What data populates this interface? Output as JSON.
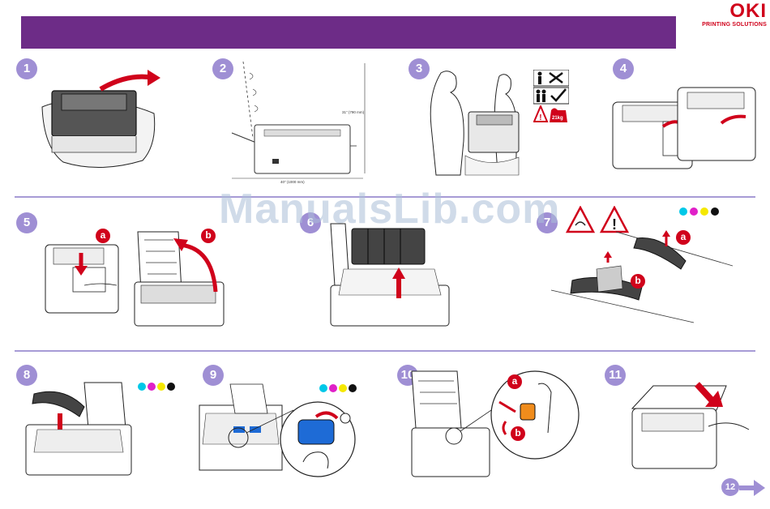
{
  "header": {
    "brand": "OKI",
    "tagline": "PRINTING SOLUTIONS",
    "banner_color": "#6d2c87",
    "brand_color": "#d0021b"
  },
  "watermark": "ManualsLib.com",
  "steps": [
    {
      "num": "1",
      "icon": "unbox-printer-illustration"
    },
    {
      "num": "2",
      "icon": "clearance-diagram-illustration",
      "height_label": "31\" (790 mm)",
      "width_label": "40\" (1000 mm)"
    },
    {
      "num": "3",
      "icon": "two-person-lift-illustration",
      "weight_label": "21kg"
    },
    {
      "num": "4",
      "icon": "remove-tape-illustration"
    },
    {
      "num": "5",
      "icon": "open-top-cover-illustration",
      "sub": [
        "a",
        "b"
      ]
    },
    {
      "num": "6",
      "icon": "remove-drums-illustration"
    },
    {
      "num": "7",
      "icon": "remove-drum-sheet-illustration",
      "sub": [
        "a",
        "b"
      ]
    },
    {
      "num": "8",
      "icon": "insert-drum-illustration"
    },
    {
      "num": "9",
      "icon": "lock-toner-illustration"
    },
    {
      "num": "10",
      "icon": "fuser-lever-illustration",
      "sub": [
        "a",
        "b"
      ]
    },
    {
      "num": "11",
      "icon": "close-top-cover-illustration"
    },
    {
      "num": "12",
      "icon": "next-page-arrow"
    }
  ],
  "colors": {
    "accent": "#9f8fd4",
    "rule": "#a79bd6",
    "cyan": "#00c8e8",
    "magenta": "#e020c8",
    "yellow": "#f5e800",
    "black": "#111111",
    "warning_red": "#d0021b"
  }
}
